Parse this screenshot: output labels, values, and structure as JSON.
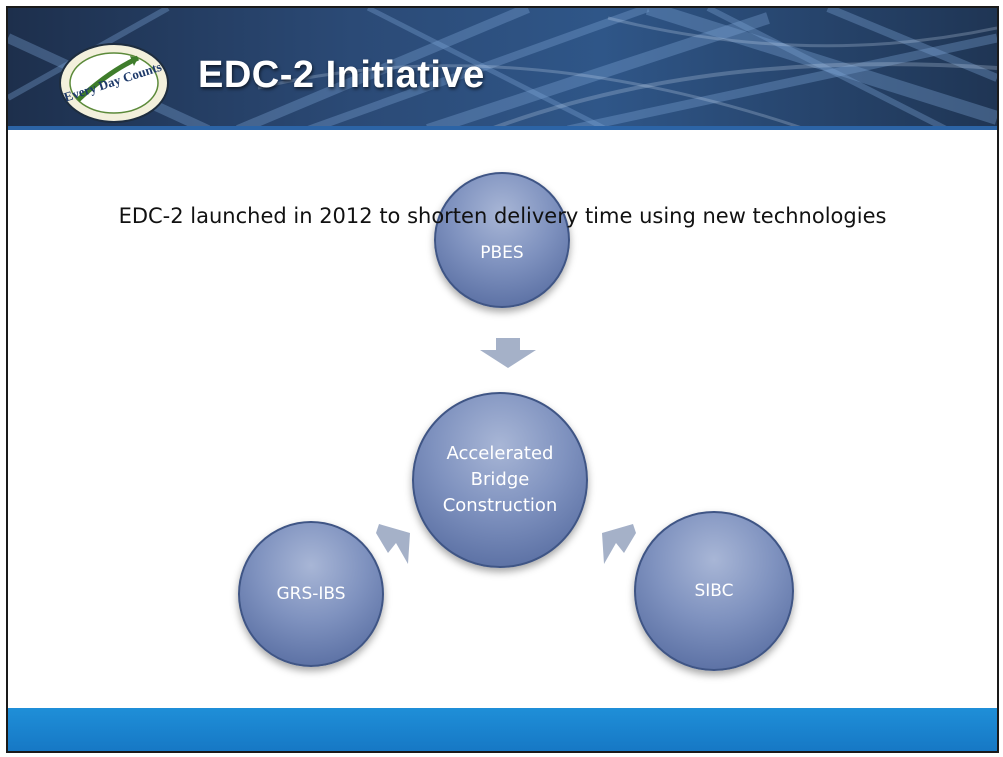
{
  "slide": {
    "title": "EDC-2 Initiative",
    "subtitle": "EDC-2 launched in 2012 to shorten delivery time using new technologies",
    "logo_text": "Every Day Counts"
  },
  "diagram": {
    "nodes": {
      "top": "PBES",
      "center": "Accelerated\nBridge\nConstruction",
      "left": "GRS-IBS",
      "right": "SIBC"
    }
  },
  "colors": {
    "header": "#2b4a76",
    "node_fill": "#7f92bf",
    "arrow": "#a5b1c8",
    "footer": "#1677c4"
  }
}
